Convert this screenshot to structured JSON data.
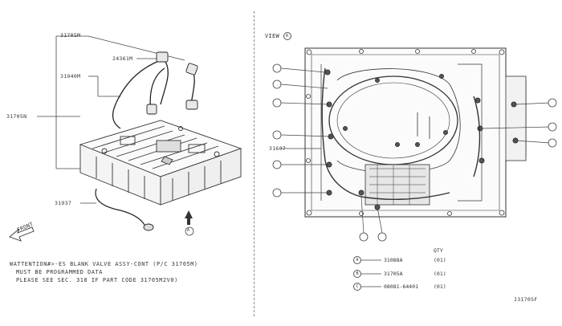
{
  "left": {
    "callouts": [
      "31705M",
      "24361M",
      "31940M",
      "31705N",
      "31937"
    ],
    "front_label": "FRONT",
    "view_marker": "A"
  },
  "right": {
    "view_title": "VIEW",
    "view_letter": "A",
    "part_label": "31607",
    "qty_header": "QTY",
    "legend": [
      {
        "mark": "A",
        "code": "31088A",
        "qty": "(01)"
      },
      {
        "mark": "B",
        "code": "31705A",
        "qty": "(01)"
      },
      {
        "mark": "C",
        "code": "08081-64401",
        "qty": "(01)"
      }
    ],
    "ref": "J3170SF"
  },
  "notes": [
    "WATTENTION#>-ES BLANK VALVE ASSY-CONT (P/C 31705M)",
    "MUST BE PROGRAMMED DATA",
    "PLEASE SEE SEC. 310 IF PART CODE 31705M2V0)"
  ]
}
